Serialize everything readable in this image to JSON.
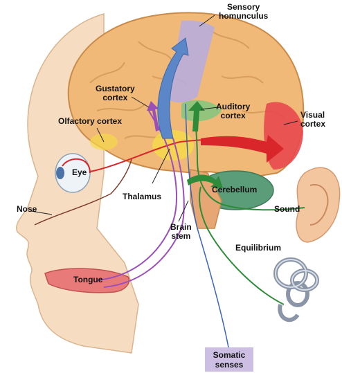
{
  "labels": {
    "sensory_homunculus": "Sensory\nhomunculus",
    "gustatory_cortex": "Gustatory\ncortex",
    "auditory_cortex": "Auditory\ncortex",
    "olfactory_cortex": "Olfactory cortex",
    "visual_cortex": "Visual\ncortex",
    "eye": "Eye",
    "thalamus": "Thalamus",
    "cerebellum": "Cerebellum",
    "nose": "Nose",
    "sound": "Sound",
    "brain_stem": "Brain\nstem",
    "equilibrium": "Equilibrium",
    "tongue": "Tongue",
    "somatic_senses": "Somatic\nsenses"
  },
  "colors": {
    "skin": "#f6dcc0",
    "brain": "#f0b978",
    "homunculus": "#b8aedb",
    "auditory": "#93c47d",
    "visual": "#e8484c",
    "cerebellum": "#5a9d78",
    "thalamus": "#f5d84a",
    "nerve_red": "#d9262b",
    "nerve_purple": "#9b4fb8",
    "nerve_green": "#2e8b3a",
    "nerve_blue": "#3b64b8",
    "arrow_blue": "#5b86c8"
  }
}
